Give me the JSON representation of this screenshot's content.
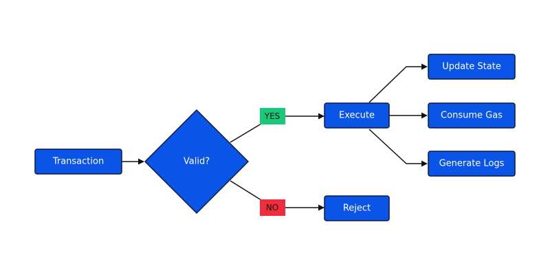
{
  "nodes": {
    "transaction": "Transaction",
    "valid": "Valid?",
    "execute": "Execute",
    "reject": "Reject",
    "update_state": "Update State",
    "consume_gas": "Consume Gas",
    "generate_logs": "Generate Logs"
  },
  "branches": {
    "yes": "YES",
    "no": "NO"
  },
  "colors": {
    "node_fill": "#0a55e8",
    "yes_badge": "#19c97a",
    "no_badge": "#ef2d3c"
  }
}
